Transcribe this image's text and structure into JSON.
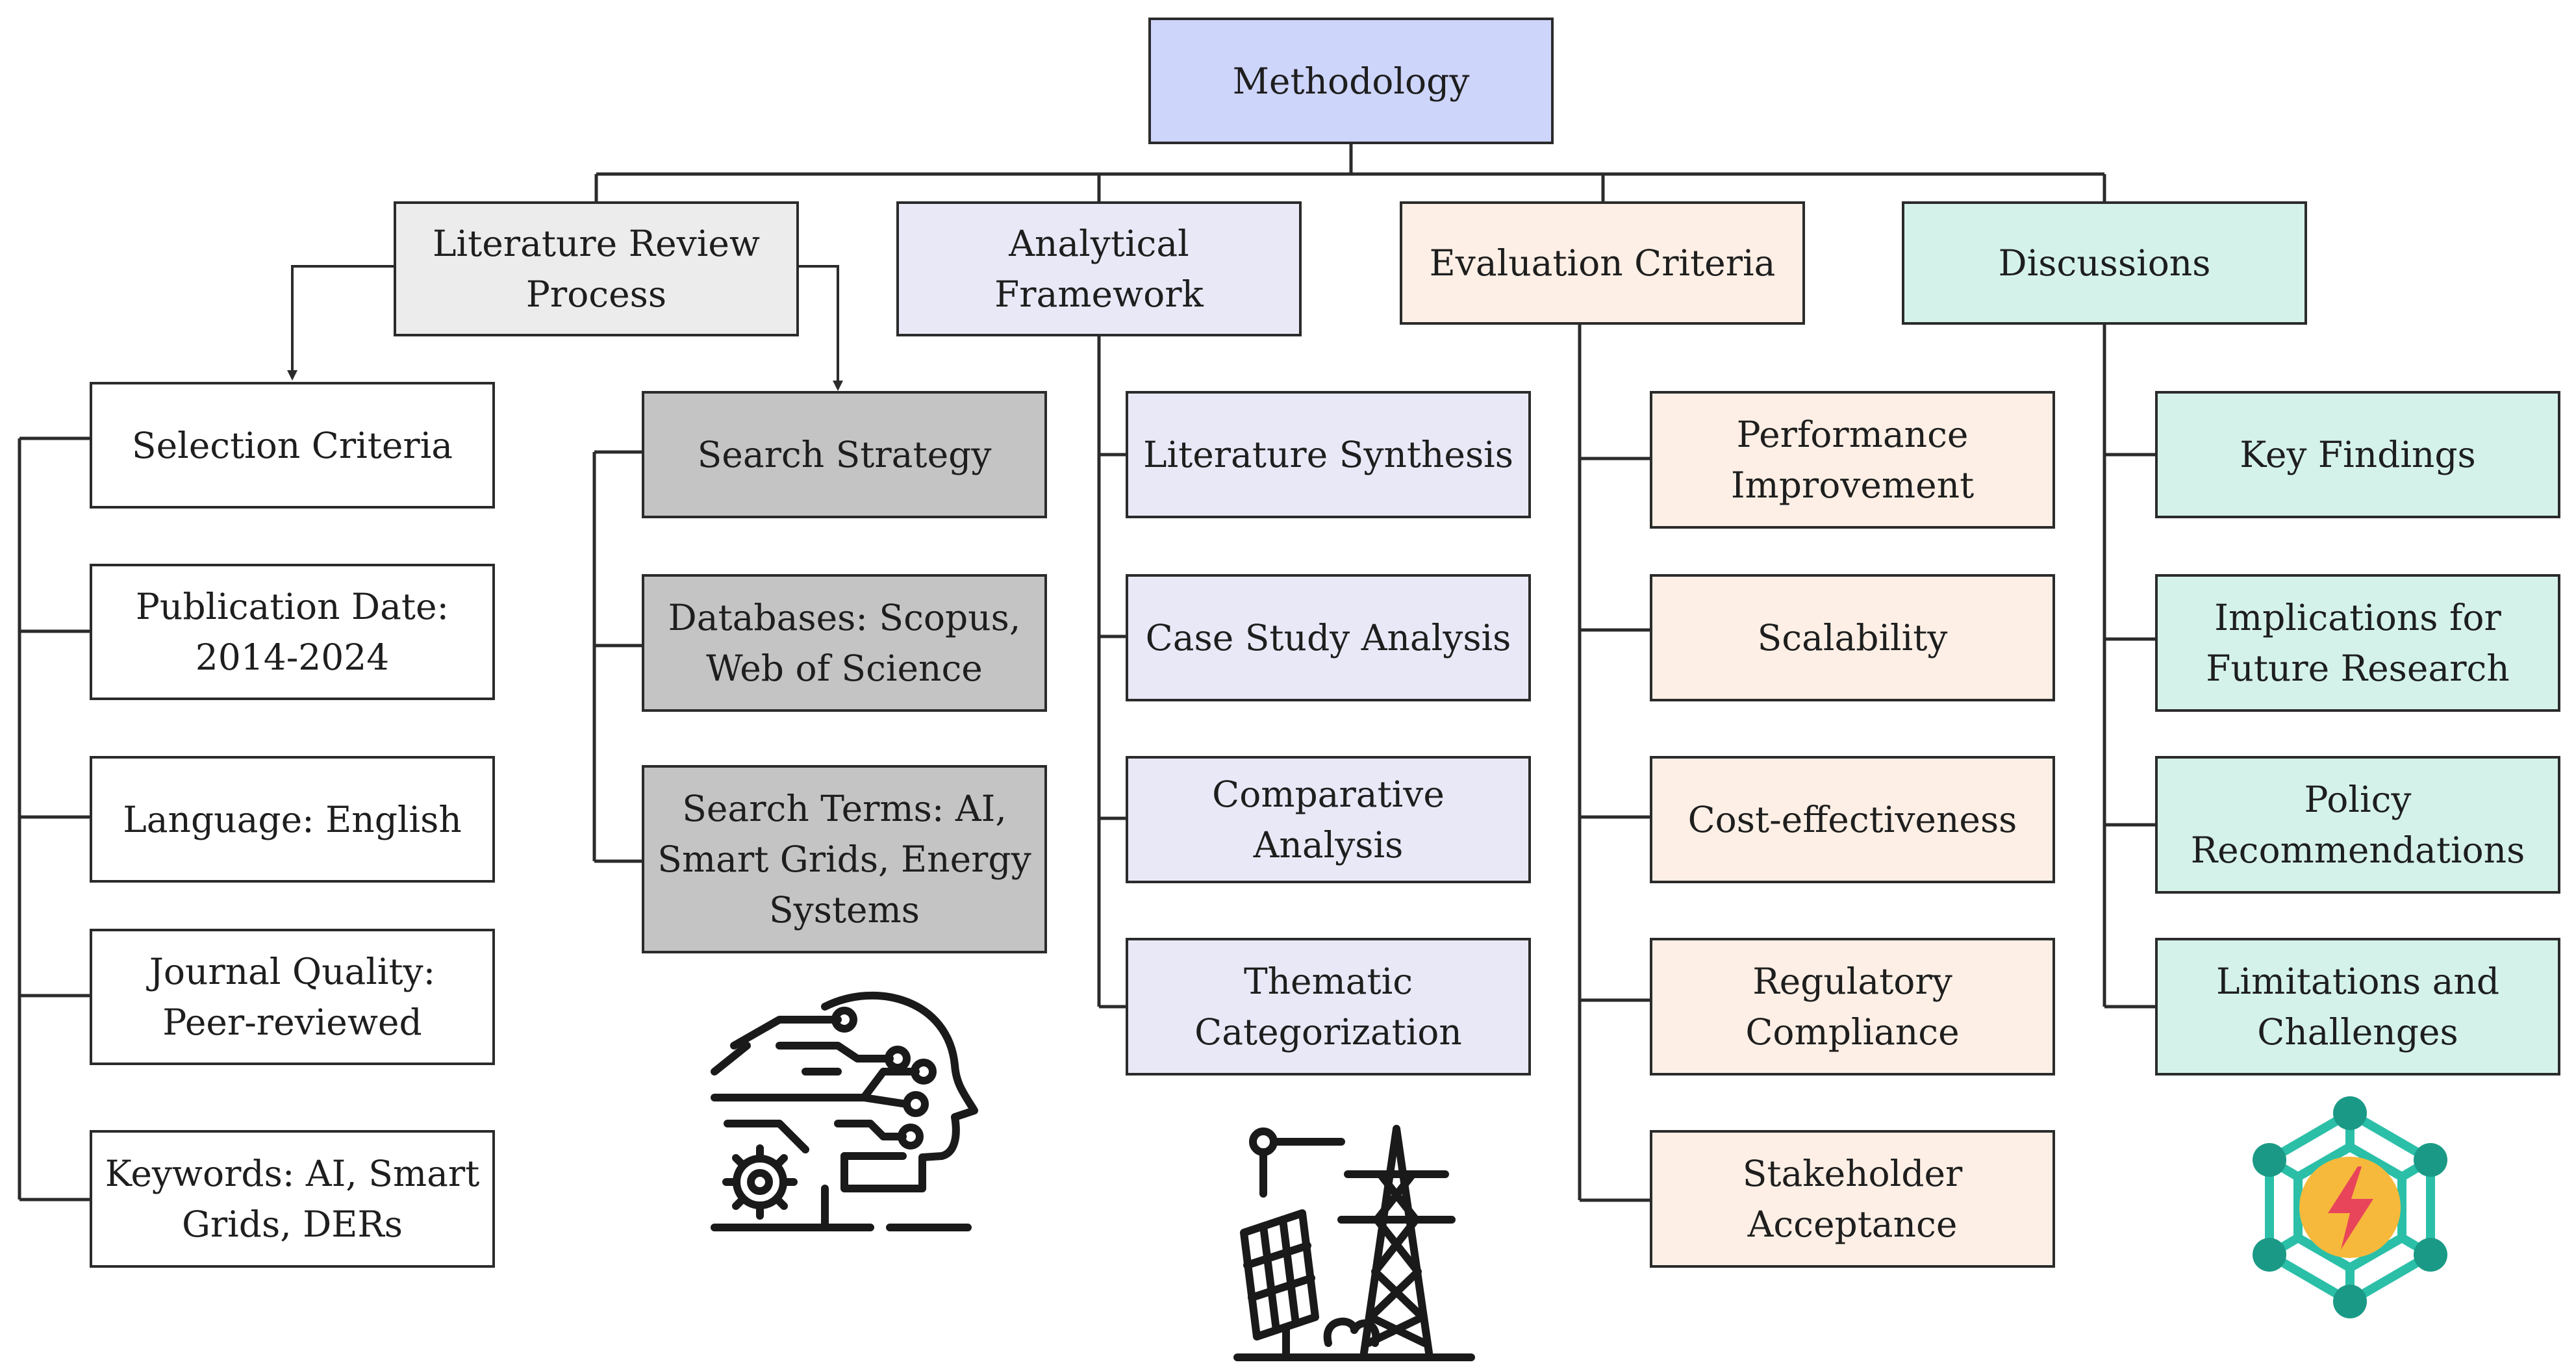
{
  "colors": {
    "root": "#cdd5fb",
    "literature": "#ececec",
    "search": "#c4c4c4",
    "selection": "#ffffff",
    "analytical": "#e8e8f7",
    "evaluation": "#fdefe5",
    "discussions": "#d4f2ea",
    "icon_teal": "#2bbfa8",
    "icon_node": "#1a9a86",
    "icon_bolt_bg": "#f6b93b",
    "icon_bolt": "#e8455b"
  },
  "root": {
    "label": "Methodology"
  },
  "literature_review": {
    "label": "Literature Review Process",
    "selection_criteria": [
      "Selection Criteria",
      "Publication Date: 2014-2024",
      "Language: English",
      "Journal Quality: Peer-reviewed",
      "Keywords: AI, Smart Grids, DERs"
    ],
    "search_strategy": [
      "Search Strategy",
      "Databases: Scopus, Web of Science",
      "Search Terms: AI, Smart Grids, Energy Systems"
    ]
  },
  "analytical_framework": {
    "label": "Analytical Framework",
    "items": [
      "Literature Synthesis",
      "Case Study Analysis",
      "Comparative Analysis",
      "Thematic Categorization"
    ]
  },
  "evaluation_criteria": {
    "label": "Evaluation Criteria",
    "items": [
      "Performance Improvement",
      "Scalability",
      "Cost-effectiveness",
      "Regulatory Compliance",
      "Stakeholder Acceptance"
    ]
  },
  "discussions": {
    "label": "Discussions",
    "items": [
      "Key Findings",
      "Implications for Future Research",
      "Policy Recommendations",
      "Limitations and Challenges"
    ]
  },
  "icons": [
    "ai-head-gear-icon",
    "solar-panel-power-tower-icon",
    "energy-network-hexagon-icon"
  ]
}
